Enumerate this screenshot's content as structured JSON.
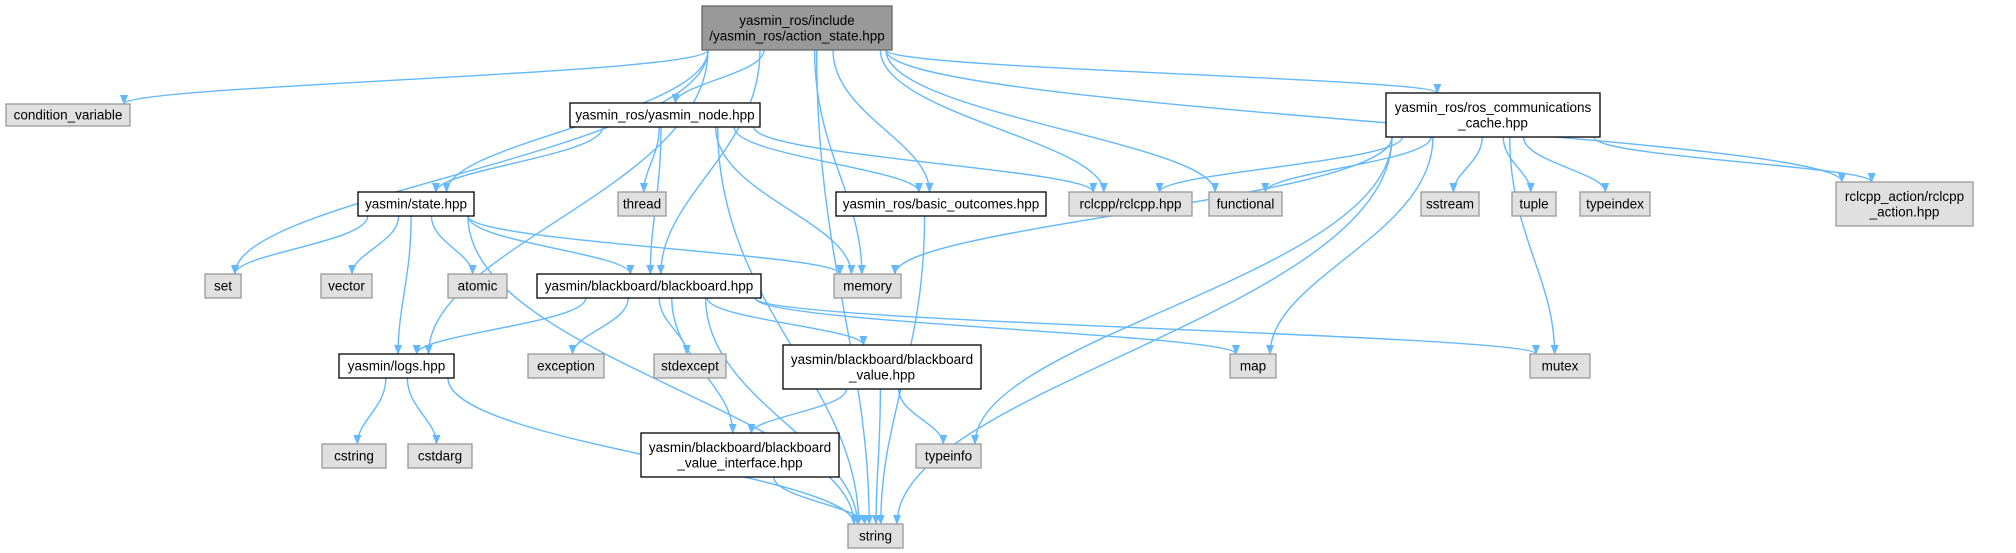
{
  "diagram": {
    "colors": {
      "edge": "#63b8ff",
      "root_fill": "#999999",
      "root_stroke": "#666666",
      "doc_fill": "#ffffff",
      "doc_stroke": "#000000",
      "ext_fill": "#e0e0e0",
      "ext_stroke": "#999999"
    },
    "nodes": [
      {
        "id": "root",
        "label": [
          "yasmin_ros/include",
          "/yasmin_ros/action_state.hpp"
        ],
        "kind": "root"
      },
      {
        "id": "condvar",
        "label": [
          "condition_variable"
        ],
        "kind": "ext"
      },
      {
        "id": "yasmin_node",
        "label": [
          "yasmin_ros/yasmin_node.hpp"
        ],
        "kind": "doc"
      },
      {
        "id": "ros_comm",
        "label": [
          "yasmin_ros/ros_communications",
          "_cache.hpp"
        ],
        "kind": "doc"
      },
      {
        "id": "state",
        "label": [
          "yasmin/state.hpp"
        ],
        "kind": "doc"
      },
      {
        "id": "thread",
        "label": [
          "thread"
        ],
        "kind": "ext"
      },
      {
        "id": "basic_outcomes",
        "label": [
          "yasmin_ros/basic_outcomes.hpp"
        ],
        "kind": "doc"
      },
      {
        "id": "rclcpp",
        "label": [
          "rclcpp/rclcpp.hpp"
        ],
        "kind": "ext"
      },
      {
        "id": "functional",
        "label": [
          "functional"
        ],
        "kind": "ext"
      },
      {
        "id": "sstream",
        "label": [
          "sstream"
        ],
        "kind": "ext"
      },
      {
        "id": "tuple",
        "label": [
          "tuple"
        ],
        "kind": "ext"
      },
      {
        "id": "typeindex",
        "label": [
          "typeindex"
        ],
        "kind": "ext"
      },
      {
        "id": "rclcpp_action",
        "label": [
          "rclcpp_action/rclcpp",
          "_action.hpp"
        ],
        "kind": "ext"
      },
      {
        "id": "set",
        "label": [
          "set"
        ],
        "kind": "ext"
      },
      {
        "id": "vector",
        "label": [
          "vector"
        ],
        "kind": "ext"
      },
      {
        "id": "atomic",
        "label": [
          "atomic"
        ],
        "kind": "ext"
      },
      {
        "id": "blackboard",
        "label": [
          "yasmin/blackboard/blackboard.hpp"
        ],
        "kind": "doc"
      },
      {
        "id": "memory",
        "label": [
          "memory"
        ],
        "kind": "ext"
      },
      {
        "id": "logs",
        "label": [
          "yasmin/logs.hpp"
        ],
        "kind": "doc"
      },
      {
        "id": "exception",
        "label": [
          "exception"
        ],
        "kind": "ext"
      },
      {
        "id": "stdexcept",
        "label": [
          "stdexcept"
        ],
        "kind": "ext"
      },
      {
        "id": "bb_value",
        "label": [
          "yasmin/blackboard/blackboard",
          "_value.hpp"
        ],
        "kind": "doc"
      },
      {
        "id": "map",
        "label": [
          "map"
        ],
        "kind": "ext"
      },
      {
        "id": "mutex",
        "label": [
          "mutex"
        ],
        "kind": "ext"
      },
      {
        "id": "cstring",
        "label": [
          "cstring"
        ],
        "kind": "ext"
      },
      {
        "id": "cstdarg",
        "label": [
          "cstdarg"
        ],
        "kind": "ext"
      },
      {
        "id": "bb_value_iface",
        "label": [
          "yasmin/blackboard/blackboard",
          "_value_interface.hpp"
        ],
        "kind": "doc"
      },
      {
        "id": "typeinfo",
        "label": [
          "typeinfo"
        ],
        "kind": "ext"
      },
      {
        "id": "string",
        "label": [
          "string"
        ],
        "kind": "ext"
      }
    ],
    "edges": [
      [
        "root",
        "condvar"
      ],
      [
        "root",
        "yasmin_node"
      ],
      [
        "root",
        "ros_comm"
      ],
      [
        "root",
        "state"
      ],
      [
        "root",
        "basic_outcomes"
      ],
      [
        "root",
        "rclcpp"
      ],
      [
        "root",
        "functional"
      ],
      [
        "root",
        "rclcpp_action"
      ],
      [
        "root",
        "set"
      ],
      [
        "root",
        "blackboard"
      ],
      [
        "root",
        "memory"
      ],
      [
        "root",
        "logs"
      ],
      [
        "root",
        "string"
      ],
      [
        "yasmin_node",
        "state"
      ],
      [
        "yasmin_node",
        "thread"
      ],
      [
        "yasmin_node",
        "basic_outcomes"
      ],
      [
        "yasmin_node",
        "rclcpp"
      ],
      [
        "yasmin_node",
        "blackboard"
      ],
      [
        "yasmin_node",
        "memory"
      ],
      [
        "yasmin_node",
        "string"
      ],
      [
        "ros_comm",
        "rclcpp"
      ],
      [
        "ros_comm",
        "functional"
      ],
      [
        "ros_comm",
        "sstream"
      ],
      [
        "ros_comm",
        "tuple"
      ],
      [
        "ros_comm",
        "typeindex"
      ],
      [
        "ros_comm",
        "rclcpp_action"
      ],
      [
        "ros_comm",
        "memory"
      ],
      [
        "ros_comm",
        "map"
      ],
      [
        "ros_comm",
        "mutex"
      ],
      [
        "ros_comm",
        "typeinfo"
      ],
      [
        "ros_comm",
        "string"
      ],
      [
        "state",
        "set"
      ],
      [
        "state",
        "vector"
      ],
      [
        "state",
        "atomic"
      ],
      [
        "state",
        "blackboard"
      ],
      [
        "state",
        "memory"
      ],
      [
        "state",
        "logs"
      ],
      [
        "state",
        "string"
      ],
      [
        "basic_outcomes",
        "string"
      ],
      [
        "blackboard",
        "logs"
      ],
      [
        "blackboard",
        "exception"
      ],
      [
        "blackboard",
        "stdexcept"
      ],
      [
        "blackboard",
        "bb_value"
      ],
      [
        "blackboard",
        "bb_value_iface"
      ],
      [
        "blackboard",
        "map"
      ],
      [
        "blackboard",
        "mutex"
      ],
      [
        "blackboard",
        "string"
      ],
      [
        "logs",
        "cstring"
      ],
      [
        "logs",
        "cstdarg"
      ],
      [
        "logs",
        "string"
      ],
      [
        "bb_value",
        "bb_value_iface"
      ],
      [
        "bb_value",
        "typeinfo"
      ],
      [
        "bb_value",
        "string"
      ],
      [
        "bb_value_iface",
        "string"
      ]
    ]
  }
}
